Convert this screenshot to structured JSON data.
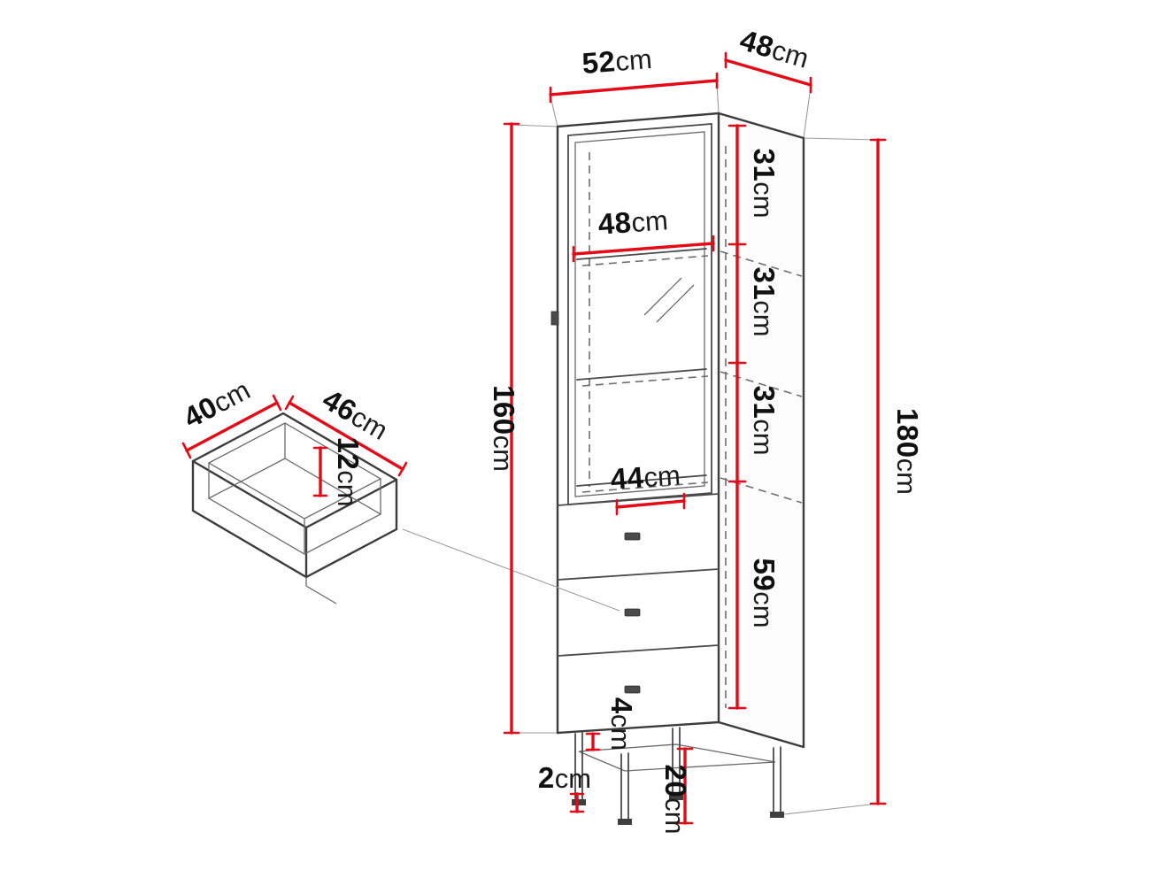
{
  "diagram": {
    "title": "display-cabinet-dimension-drawing",
    "unit_system": "cm",
    "colors": {
      "dimension_line": "#e30b17",
      "outline": "#3c3c3c",
      "label": "#101010"
    },
    "cabinet": {
      "top_width": {
        "value": "52",
        "unit": "cm"
      },
      "top_depth": {
        "value": "48",
        "unit": "cm"
      },
      "interior_width": {
        "value": "48",
        "unit": "cm"
      },
      "sections": [
        {
          "value": "31",
          "unit": "cm"
        },
        {
          "value": "31",
          "unit": "cm"
        },
        {
          "value": "31",
          "unit": "cm"
        },
        {
          "value": "59",
          "unit": "cm"
        }
      ],
      "interior_bottom_width": {
        "value": "44",
        "unit": "cm"
      },
      "body_height": {
        "value": "160",
        "unit": "cm"
      },
      "total_height": {
        "value": "180",
        "unit": "cm"
      },
      "base_height": {
        "value": "4",
        "unit": "cm"
      },
      "leg_thickness": {
        "value": "2",
        "unit": "cm"
      },
      "leg_height": {
        "value": "20",
        "unit": "cm"
      }
    },
    "drawer_detail": {
      "depth": {
        "value": "40",
        "unit": "cm"
      },
      "width": {
        "value": "46",
        "unit": "cm"
      },
      "height": {
        "value": "12",
        "unit": "cm"
      }
    }
  }
}
